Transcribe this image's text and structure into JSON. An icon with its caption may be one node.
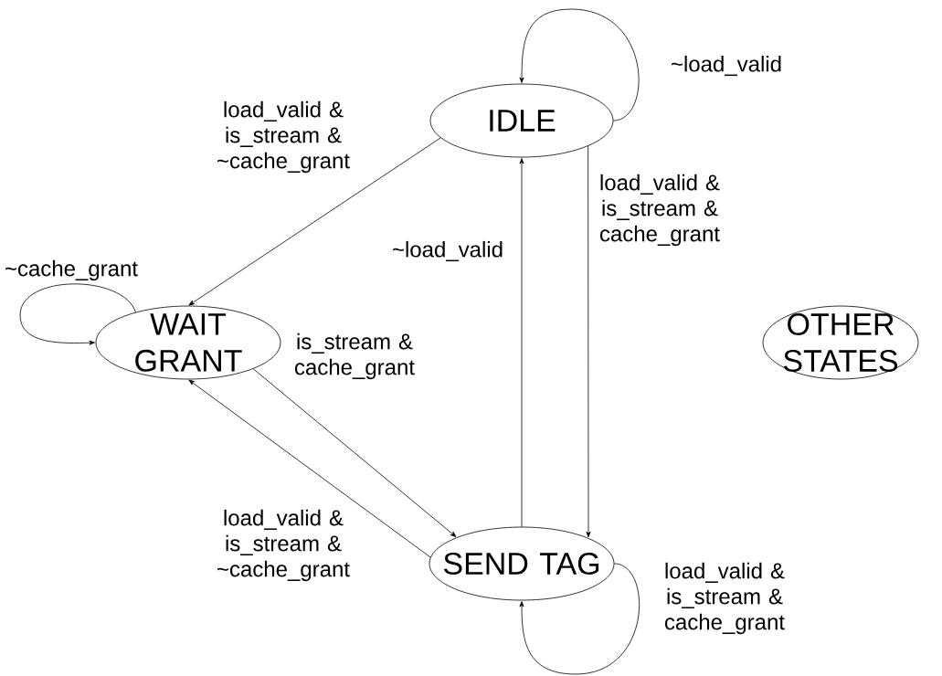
{
  "diagram": {
    "nodes": [
      {
        "text": [
          "IDLE"
        ]
      },
      {
        "text": [
          "WAIT GRANT"
        ]
      },
      {
        "text": [
          "SEND TAG"
        ]
      },
      {
        "text": [
          "OTHER STATES"
        ]
      }
    ],
    "edges": [
      {
        "from": 0,
        "to": 0,
        "arrow": "to",
        "label": "~load_valid"
      },
      {
        "from": 0,
        "to": 1,
        "arrow": "to",
        "label": "load_valid & is_stream & ~cache_grant"
      },
      {
        "from": 0,
        "to": 2,
        "arrow": "to",
        "label": "load_valid & is_stream & cache_grant"
      },
      {
        "from": 2,
        "to": 0,
        "arrow": "to",
        "label": "~load_valid"
      },
      {
        "from": 1,
        "to": 1,
        "arrow": "to",
        "label": "~cache_grant"
      },
      {
        "from": 1,
        "to": 2,
        "arrow": "to",
        "label": "is_stream & cache_grant"
      },
      {
        "from": 2,
        "to": 1,
        "arrow": "to",
        "label": "load_valid & is_stream & ~cache_grant"
      },
      {
        "from": 2,
        "to": 2,
        "arrow": "to",
        "label": "load_valid & is_stream & cache_grant"
      }
    ]
  }
}
